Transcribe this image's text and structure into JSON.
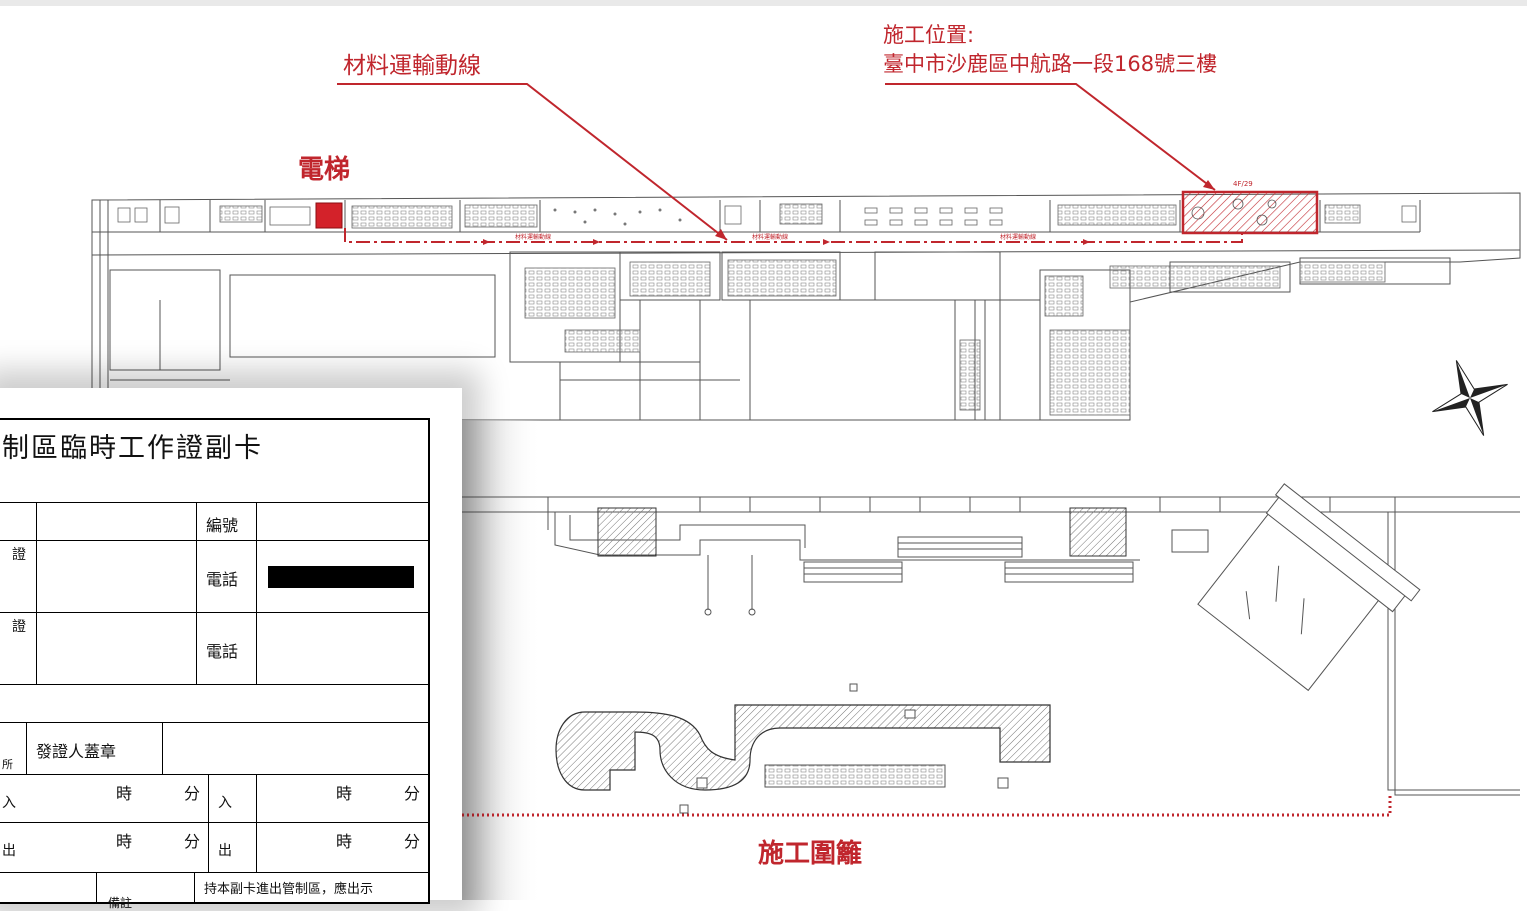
{
  "diagram": {
    "labels": {
      "material_route": "材料運輸動線",
      "elevator": "電梯",
      "site_location_title": "施工位置:",
      "site_location_address": "臺中市沙鹿區中航路一段168號三樓",
      "fence": "施工圍籬"
    },
    "small_tags": {
      "route_tag": "材料運輸動線",
      "site_tag": "4F/29"
    },
    "colors": {
      "accent_red": "#c0262d",
      "line": "#555555"
    },
    "compass": "compass-rose"
  },
  "card": {
    "title": "制區臨時工作證副卡",
    "labels": {
      "number": "編號",
      "cert1": "證",
      "cert2": "證",
      "phone1": "電話",
      "phone2": "電話",
      "issuer_seal": "發證人蓋章",
      "place": "所",
      "in": "入",
      "out": "出",
      "in_right": "入",
      "out_right": "出",
      "hour": "時",
      "minute": "分",
      "remarks": "備註",
      "notice": "持本副卡進出管制區，應出示"
    }
  }
}
